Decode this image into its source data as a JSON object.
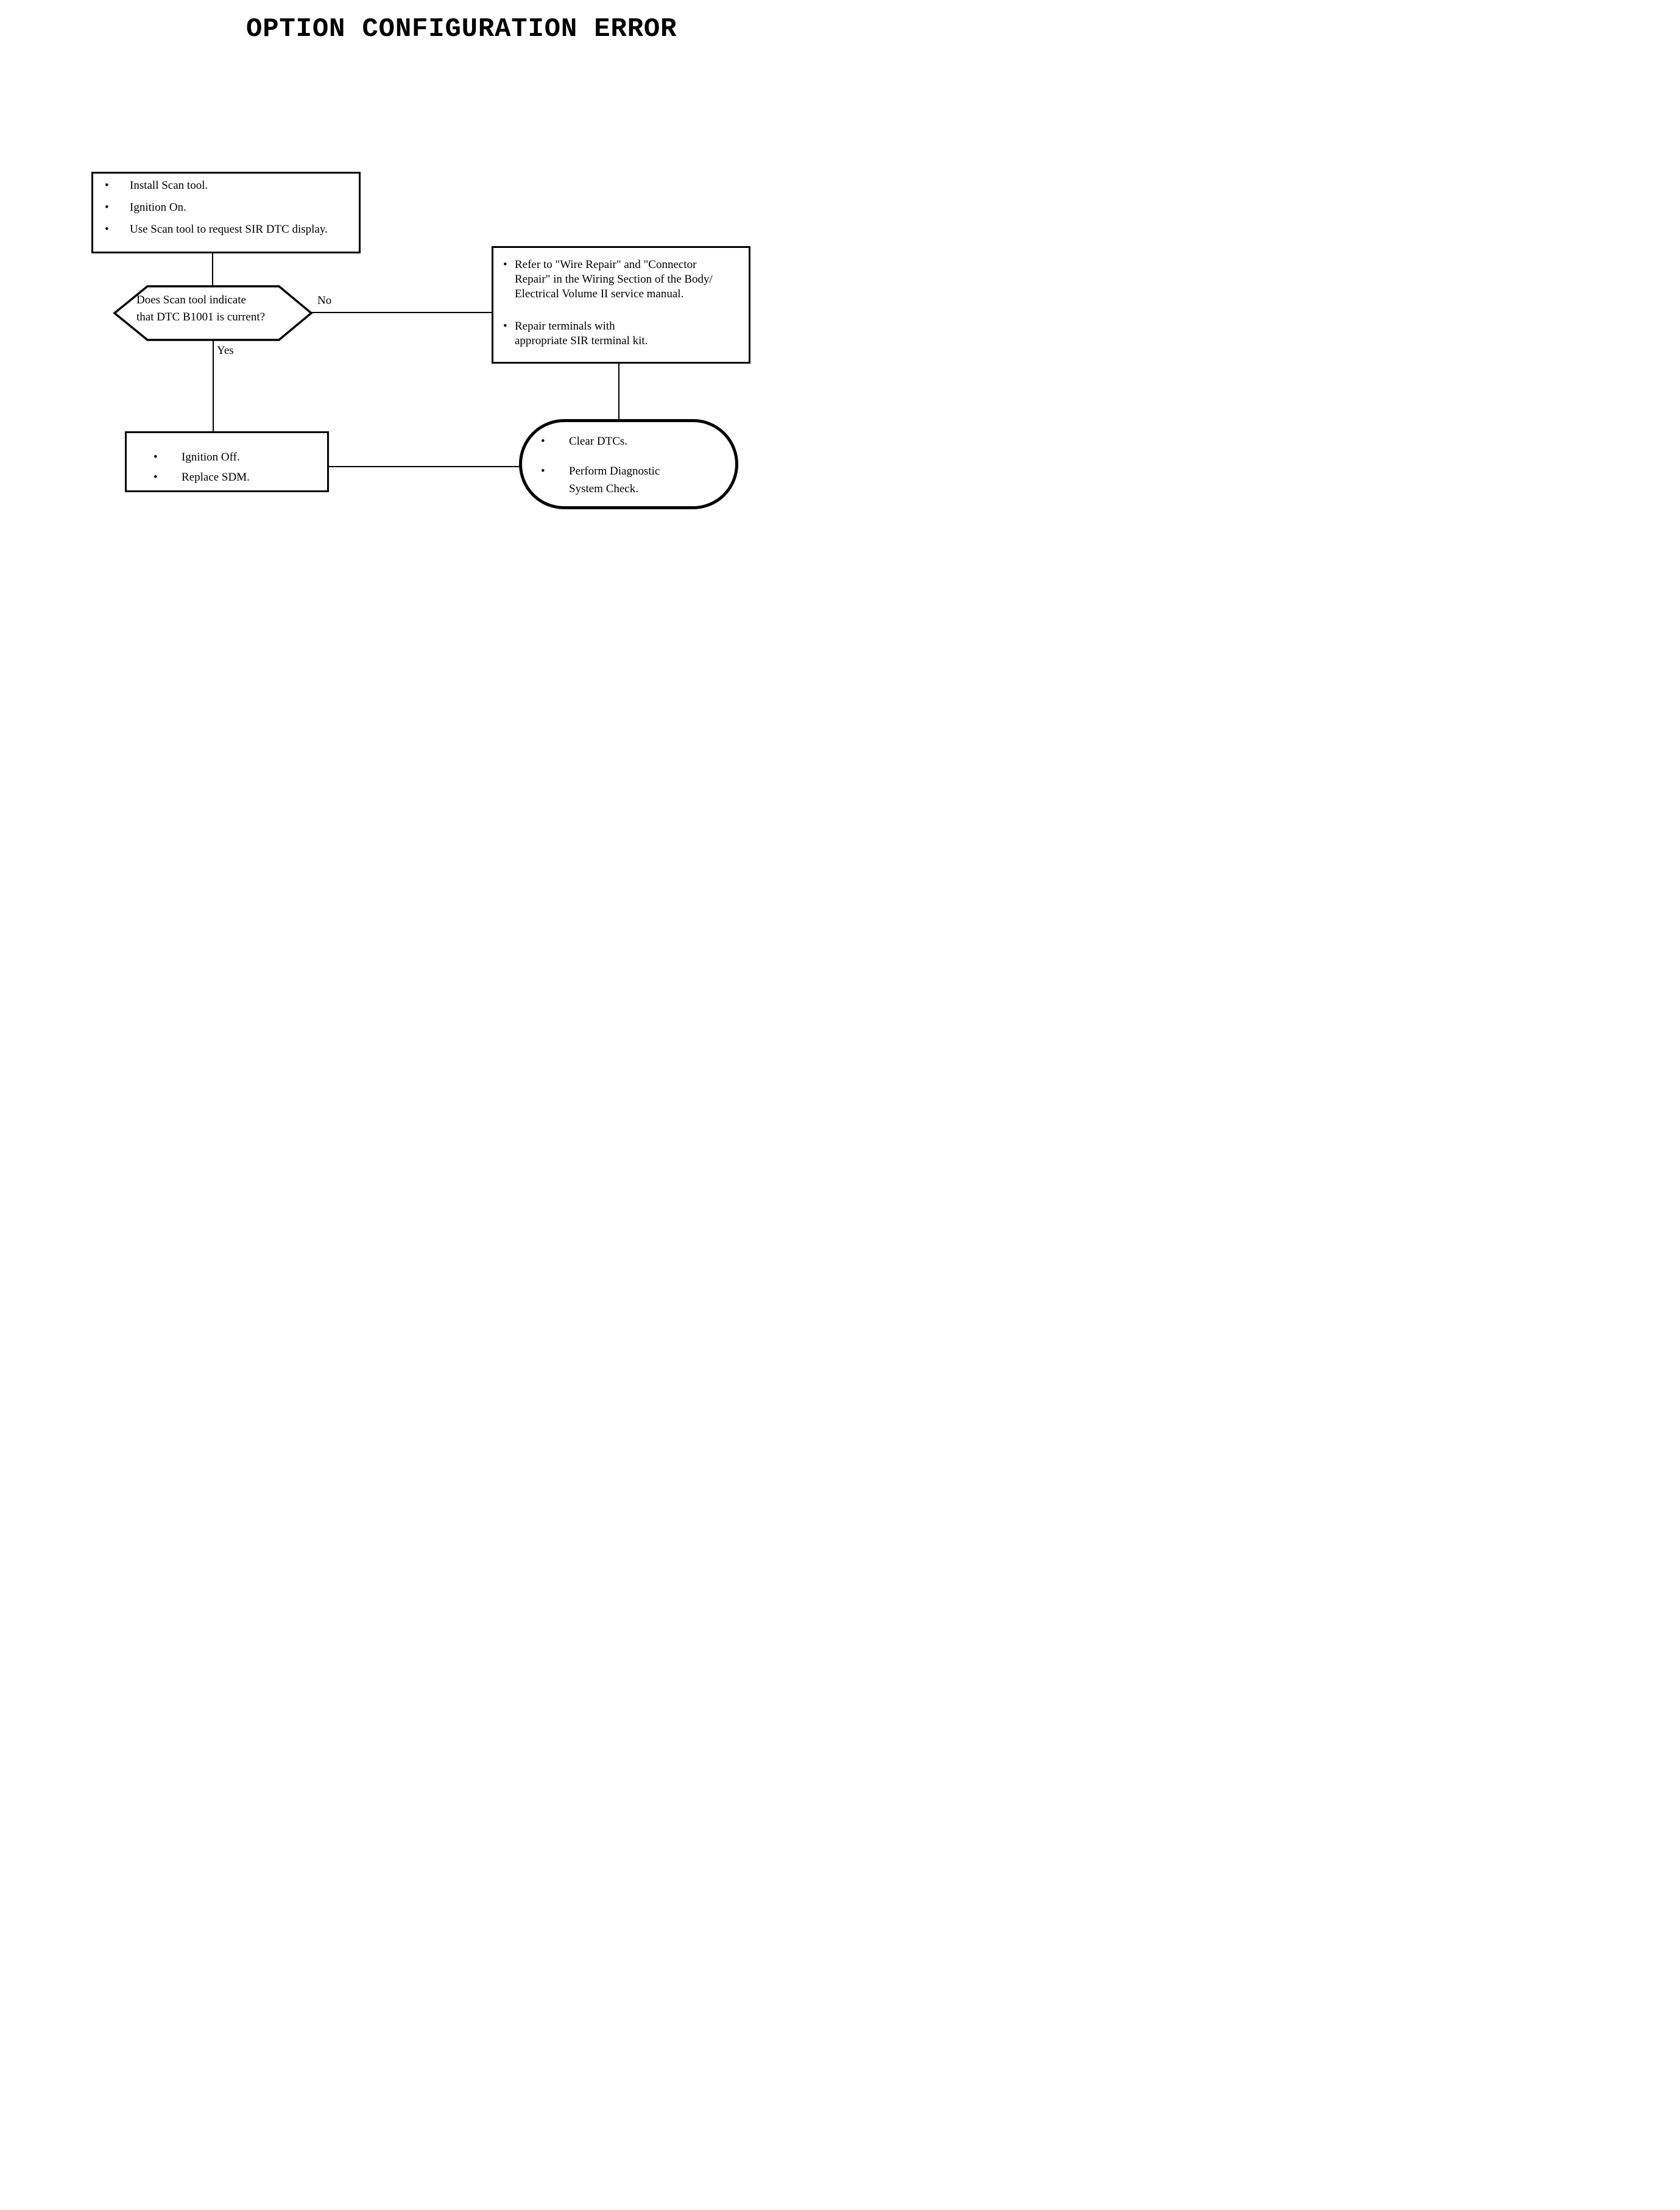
{
  "title": "OPTION CONFIGURATION ERROR",
  "glyphs": {
    "bullet": "•"
  },
  "labels": {
    "no": "No",
    "yes": "Yes"
  },
  "colors": {
    "ink": "#000000",
    "paper": "#ffffff"
  },
  "nodes": {
    "start": {
      "items": [
        "Install Scan tool.",
        "Ignition On.",
        "Use Scan tool to request SIR DTC display."
      ]
    },
    "decision": {
      "lines": [
        "Does Scan tool indicate",
        "that DTC B1001 is current?"
      ]
    },
    "repair": {
      "items": [
        {
          "lines": [
            "Refer to \"Wire Repair\" and \"Connector",
            "Repair\" in the Wiring Section of the Body/",
            "Electrical Volume II service manual."
          ]
        },
        {
          "lines": [
            "Repair terminals with",
            "appropriate SIR terminal kit."
          ]
        }
      ]
    },
    "replace": {
      "items": [
        "Ignition Off.",
        "Replace SDM."
      ]
    },
    "end": {
      "items": [
        {
          "lines": [
            "Clear DTCs."
          ]
        },
        {
          "lines": [
            "Perform Diagnostic",
            "System Check."
          ]
        }
      ]
    }
  }
}
